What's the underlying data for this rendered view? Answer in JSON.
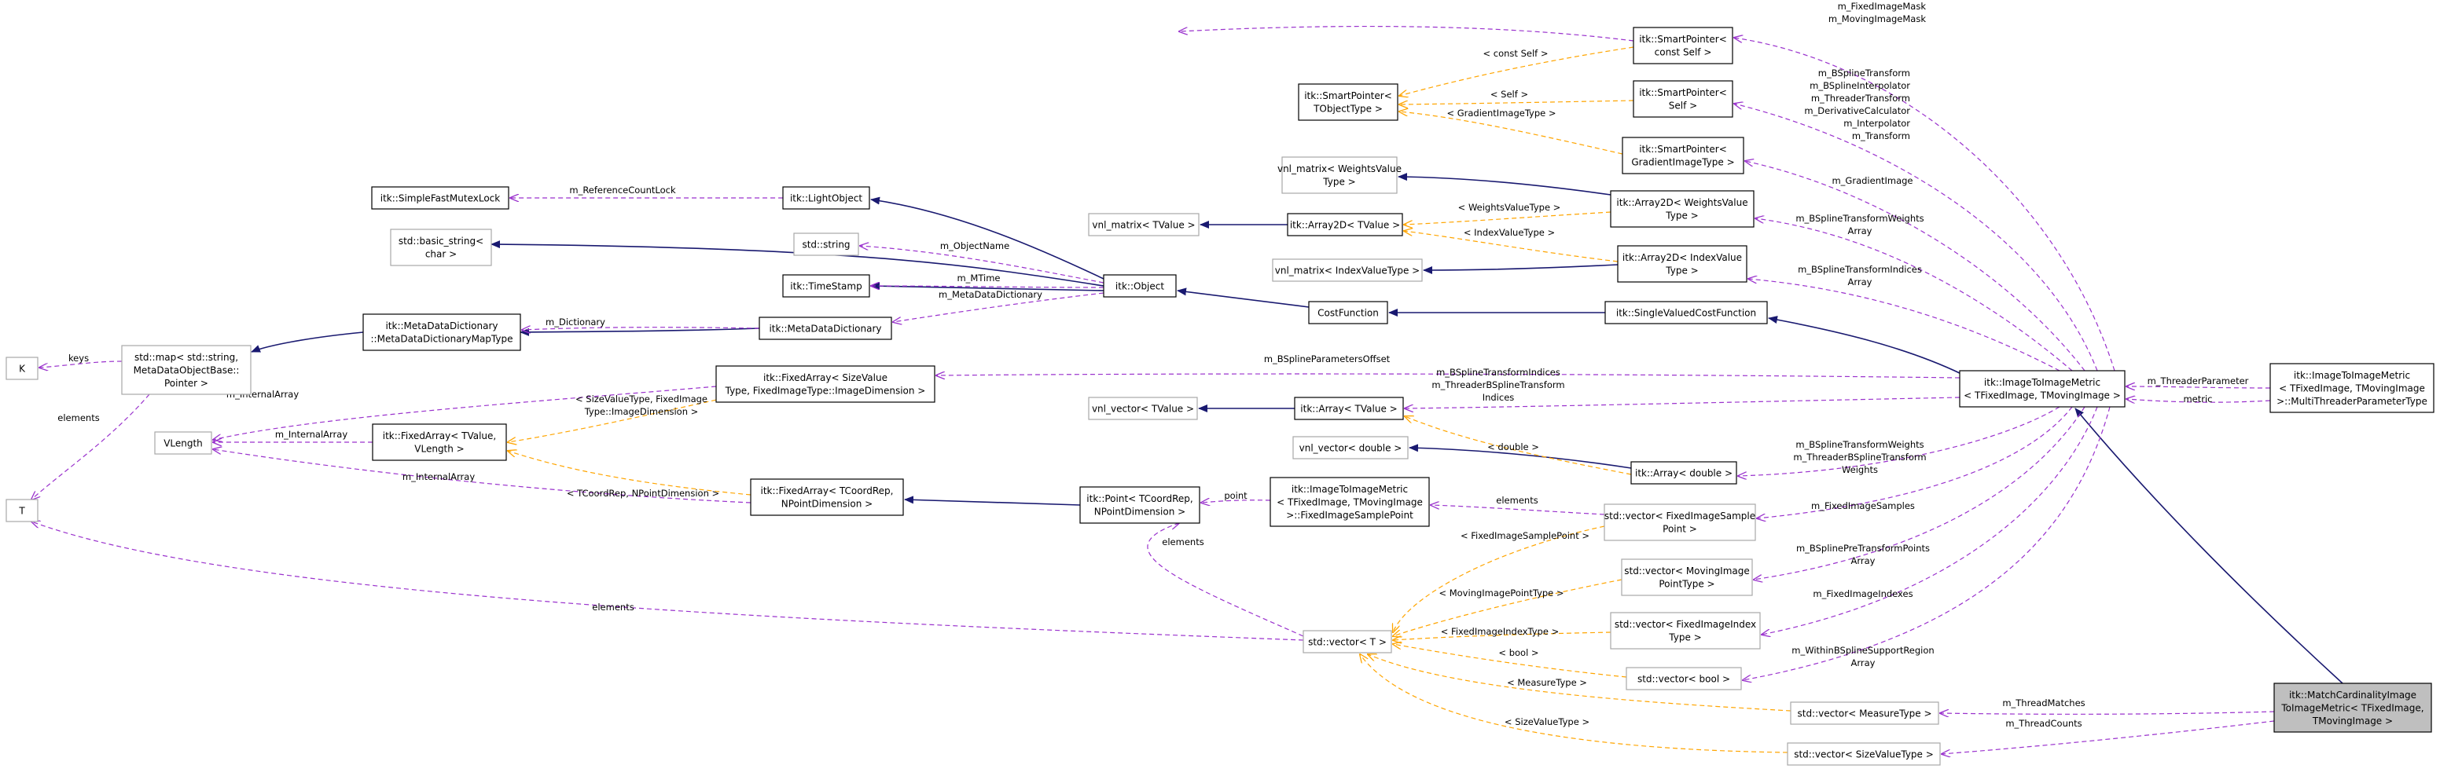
{
  "colors": {
    "inheritance": "#191970",
    "member": "#9a32cd",
    "template": "#ffa500",
    "node_border": "#000000",
    "undocumented_border": "#a8a8a8",
    "highlight_fill": "#bfbfbf"
  },
  "nodes": {
    "fixed_mask_ptr": [
      "itk::SmartPointer<",
      "const Self >"
    ],
    "self_ptr": [
      "itk::SmartPointer<",
      "Self >"
    ],
    "tobject_ptr": [
      "itk::SmartPointer<",
      "TObjectType >"
    ],
    "gradient_ptr": [
      "itk::SmartPointer<",
      "GradientImageType >"
    ],
    "vnl_weights": [
      "vnl_matrix< WeightsValue",
      "Type >"
    ],
    "mutex": [
      "itk::SimpleFastMutexLock"
    ],
    "lightobject": [
      "itk::LightObject"
    ],
    "basic_string": [
      "std::basic_string<",
      "char >"
    ],
    "std_string": [
      "std::string"
    ],
    "vnl_tvalue": [
      "vnl_matrix< TValue >"
    ],
    "array2d_tvalue": [
      "itk::Array2D< TValue >"
    ],
    "array2d_weights": [
      "itk::Array2D< WeightsValue",
      "Type >"
    ],
    "timestamp": [
      "itk::TimeStamp"
    ],
    "object": [
      "itk::Object"
    ],
    "vnl_index": [
      "vnl_matrix< IndexValueType >"
    ],
    "array2d_index": [
      "itk::Array2D< IndexValue",
      "Type >"
    ],
    "mdd_map": [
      "itk::MetaDataDictionary",
      "::MetaDataDictionaryMapType"
    ],
    "mdd": [
      "itk::MetaDataDictionary"
    ],
    "costfunction": [
      "CostFunction"
    ],
    "svcf": [
      "itk::SingleValuedCostFunction"
    ],
    "k": [
      "K"
    ],
    "std_map": [
      "std::map< std::string,",
      "MetaDataObjectBase::",
      "Pointer >"
    ],
    "fixedarray_size": [
      "itk::FixedArray< SizeValue",
      "Type, FixedImageType::ImageDimension >"
    ],
    "itim": [
      "itk::ImageToImageMetric",
      "< TFixedImage, TMovingImage >"
    ],
    "itim_threader": [
      "itk::ImageToImageMetric",
      "< TFixedImage, TMovingImage",
      ">::MultiThreaderParameterType"
    ],
    "vnl_vector_t": [
      "vnl_vector< TValue >"
    ],
    "array_tvalue": [
      "itk::Array< TValue >"
    ],
    "vlength": [
      "VLength"
    ],
    "fixedarray_tvalue": [
      "itk::FixedArray< TValue,",
      "VLength >"
    ],
    "vnl_vector_double": [
      "vnl_vector< double >"
    ],
    "array_double": [
      "itk::Array< double >"
    ],
    "fixedarray_coord": [
      "itk::FixedArray< TCoordRep,",
      "NPointDimension >"
    ],
    "point": [
      "itk::Point< TCoordRep,",
      "NPointDimension >"
    ],
    "fixed_sample_point": [
      "itk::ImageToImageMetric",
      "< TFixedImage, TMovingImage",
      ">::FixedImageSamplePoint"
    ],
    "vec_sample_point": [
      "std::vector< FixedImageSample",
      "Point >"
    ],
    "t": [
      "T"
    ],
    "vec_moving_point": [
      "std::vector< MovingImage",
      "PointType >"
    ],
    "vec_t": [
      "std::vector< T >"
    ],
    "vec_fixed_index": [
      "std::vector< FixedImageIndex",
      "Type >"
    ],
    "vec_bool": [
      "std::vector< bool >"
    ],
    "match": [
      "itk::MatchCardinalityImage",
      "ToImageMetric< TFixedImage,",
      "TMovingImage >"
    ],
    "vec_measure": [
      "std::vector< MeasureType >"
    ],
    "vec_size": [
      "std::vector< SizeValueType >"
    ]
  },
  "edge_labels": {
    "mask": [
      "m_FixedImageMask",
      "m_MovingImageMask"
    ],
    "const_self": [
      "< const Self >"
    ],
    "self": [
      "< Self >"
    ],
    "transforms": [
      "m_BSplineTransform",
      "m_BSplineInterpolator",
      "m_ThreaderTransform",
      "m_DerivativeCalculator",
      "m_Interpolator",
      "m_Transform"
    ],
    "gradient_image_type": [
      "< GradientImageType >"
    ],
    "gradient_image": [
      "m_GradientImage"
    ],
    "reference_count_lock": [
      "m_ReferenceCountLock"
    ],
    "weights_value_type": [
      "< WeightsValueType >"
    ],
    "bspline_weights_array": [
      "m_BSplineTransformWeights",
      "Array"
    ],
    "index_value_type": [
      "< IndexValueType >"
    ],
    "object_name": [
      "m_ObjectName"
    ],
    "mtime": [
      "m_MTime"
    ],
    "metadata_dictionary": [
      "m_MetaDataDictionary"
    ],
    "bspline_indices_array": [
      "m_BSplineTransformIndices",
      "Array"
    ],
    "dictionary": [
      "m_Dictionary"
    ],
    "keys": [
      "keys"
    ],
    "bspline_params_offset": [
      "m_BSplineParametersOffset"
    ],
    "threader_parameter": [
      "m_ThreaderParameter"
    ],
    "metric": [
      "metric"
    ],
    "internal_array_1": [
      "m_InternalArray"
    ],
    "size_value_type_dim": [
      "< SizeValueType, FixedImage",
      "Type::ImageDimension >"
    ],
    "bspline_indices": [
      "m_BSplineTransformIndices",
      "m_ThreaderBSplineTransform",
      "Indices"
    ],
    "elements_1": [
      "elements"
    ],
    "internal_array_2": [
      "m_InternalArray"
    ],
    "double": [
      "< double >"
    ],
    "internal_array_3": [
      "m_InternalArray"
    ],
    "coord_dim": [
      "< TCoordRep, NPointDimension >"
    ],
    "bspline_weights": [
      "m_BSplineTransformWeights",
      "m_ThreaderBSplineTransform",
      "Weights"
    ],
    "point": [
      "point"
    ],
    "elements_2": [
      "elements"
    ],
    "fixed_samples": [
      "m_FixedImageSamples"
    ],
    "fixed_sample_point_type": [
      "< FixedImageSamplePoint >"
    ],
    "elements_3": [
      "elements"
    ],
    "bspline_pre_transform": [
      "m_BSplinePreTransformPoints",
      "Array"
    ],
    "moving_point_type": [
      "< MovingImagePointType >"
    ],
    "elements_4": [
      "elements"
    ],
    "fixed_image_indexes": [
      "m_FixedImageIndexes"
    ],
    "fixed_index_type": [
      "< FixedImageIndexType >"
    ],
    "bool": [
      "< bool >"
    ],
    "within_region": [
      "m_WithinBSplineSupportRegion",
      "Array"
    ],
    "measure_type": [
      "< MeasureType >"
    ],
    "thread_matches": [
      "m_ThreadMatches"
    ],
    "size_value_type": [
      "< SizeValueType >"
    ],
    "thread_counts": [
      "m_ThreadCounts"
    ]
  }
}
